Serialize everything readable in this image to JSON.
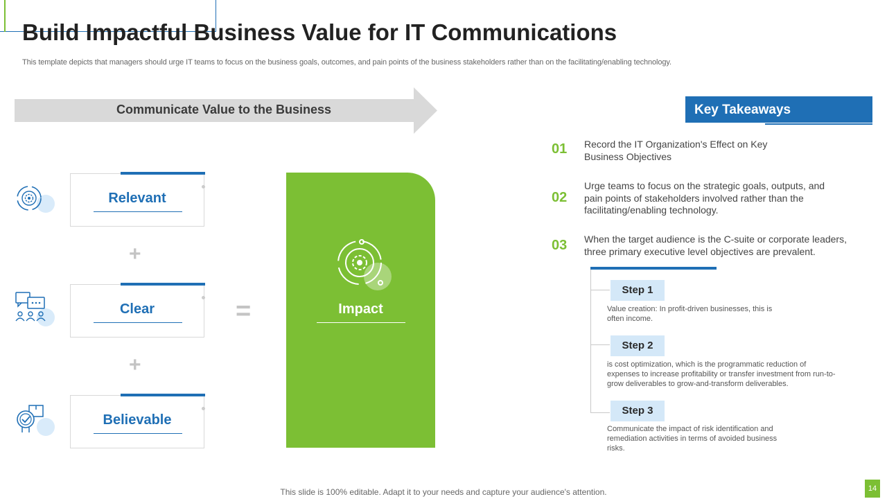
{
  "header": {
    "title": "Build Impactful Business Value for IT Communications",
    "subtitle": "This template depicts that managers should urge IT teams to focus on the business goals, outcomes, and pain points of the business stakeholders rather than on the facilitating/enabling technology."
  },
  "banner": {
    "label": "Communicate Value to the Business"
  },
  "values": [
    {
      "label": "Relevant",
      "icon": "gear-cycle-icon"
    },
    {
      "label": "Clear",
      "icon": "chat-people-icon"
    },
    {
      "label": "Believable",
      "icon": "badge-check-icon"
    }
  ],
  "operators": {
    "plus": "+",
    "equals": "="
  },
  "impact": {
    "label": "Impact",
    "icon": "gear-cycle-icon"
  },
  "takeaways": {
    "title": "Key Takeaways",
    "items": [
      {
        "num": "01",
        "text": "Record the IT Organization's Effect on Key Business Objectives"
      },
      {
        "num": "02",
        "text": "Urge teams to focus on the strategic goals, outputs, and pain points of stakeholders involved rather than the facilitating/enabling technology."
      },
      {
        "num": "03",
        "text": "When the target audience is the C-suite or corporate leaders, three primary executive level objectives are prevalent."
      }
    ]
  },
  "steps": [
    {
      "label": "Step 1",
      "text": "Value creation: In profit-driven businesses, this is often income."
    },
    {
      "label": "Step 2",
      "text": "is cost optimization, which is the programmatic reduction of expenses to increase profitability or transfer investment from run-to-grow deliverables to grow-and-transform deliverables."
    },
    {
      "label": "Step 3",
      "text": "Communicate the impact of risk identification and remediation activities in terms of avoided business risks."
    }
  ],
  "footer": {
    "text": "This slide is 100% editable. Adapt it to your needs and capture your audience's attention.",
    "page": "14"
  },
  "colors": {
    "blue": "#1f6fb5",
    "green": "#7cbf34",
    "gray_arrow": "#d9d9d9",
    "step_pill": "#d4e8f8"
  }
}
